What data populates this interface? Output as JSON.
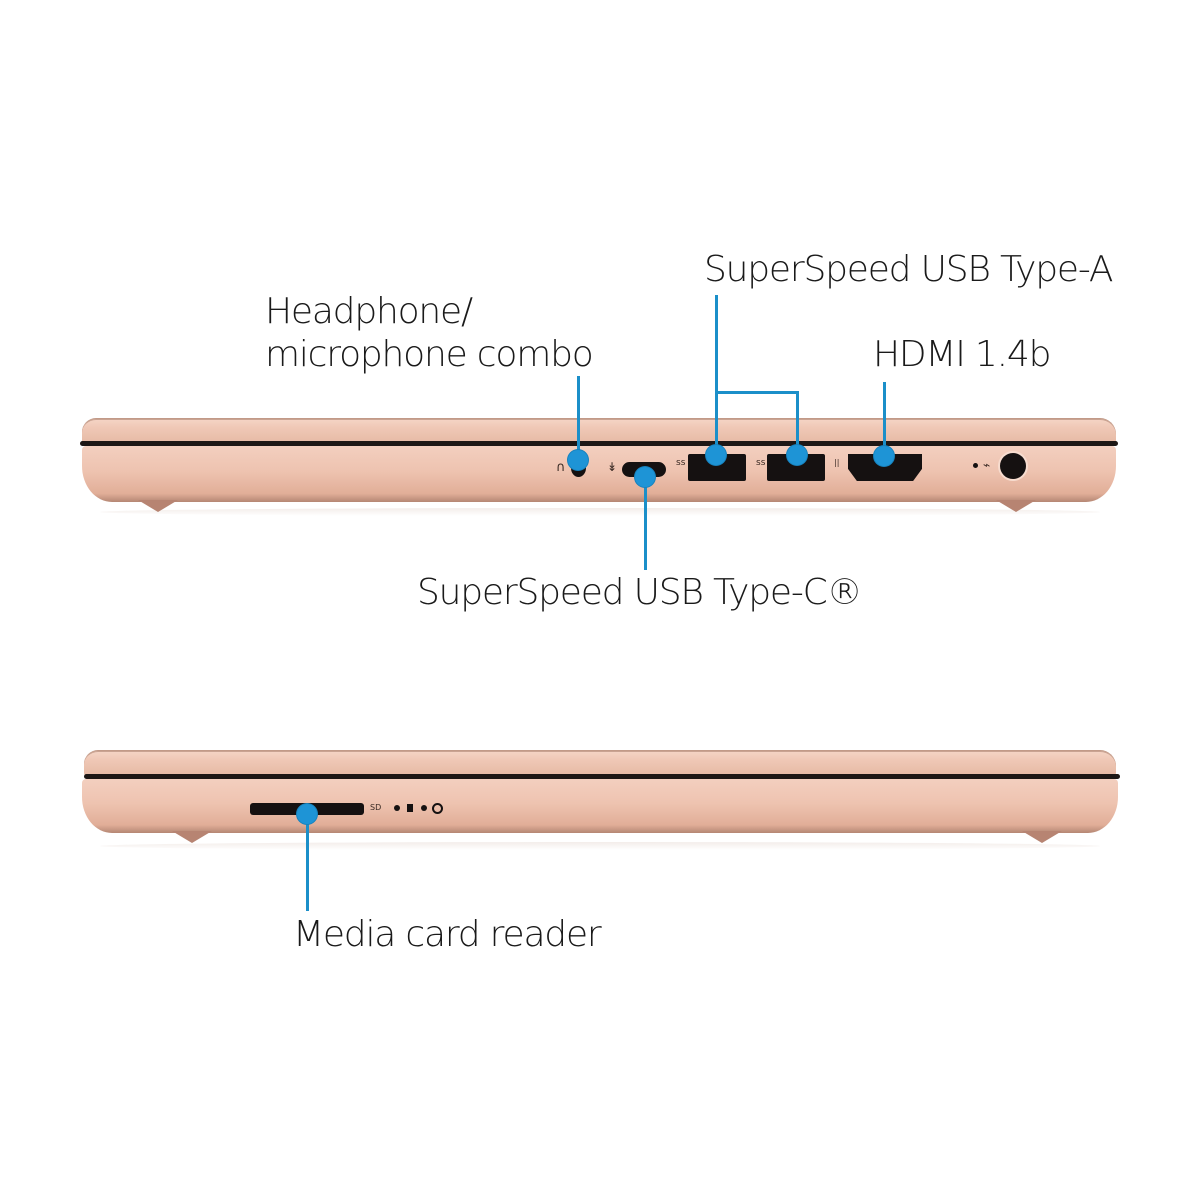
{
  "colors": {
    "accent": "#1e94d6",
    "lead_line": "#1b8fc9",
    "chassis": "#efc6b3",
    "text": "#1a1a1a",
    "background": "#ffffff"
  },
  "top_view": {
    "labels": {
      "usb_a": "SuperSpeed USB Type-A",
      "headphone_line1": "Headphone/",
      "headphone_line2": "microphone combo",
      "hdmi": "HDMI 1.4b",
      "usb_c": "SuperSpeed USB Type-C®"
    },
    "port_glyphs": {
      "headphone_icon": "headphone-icon",
      "usb_icon": "usb-icon",
      "ss_usb_icon": "superspeed-usb-icon",
      "hdmi_icon": "hdmi-icon",
      "power_icon": "power-icon"
    }
  },
  "bottom_view": {
    "labels": {
      "card_reader": "Media card reader",
      "sd_mark": "SD"
    },
    "indicator_glyphs": [
      "power-led-icon",
      "drive-led-icon",
      "battery-led-icon",
      "power-button-icon"
    ]
  }
}
